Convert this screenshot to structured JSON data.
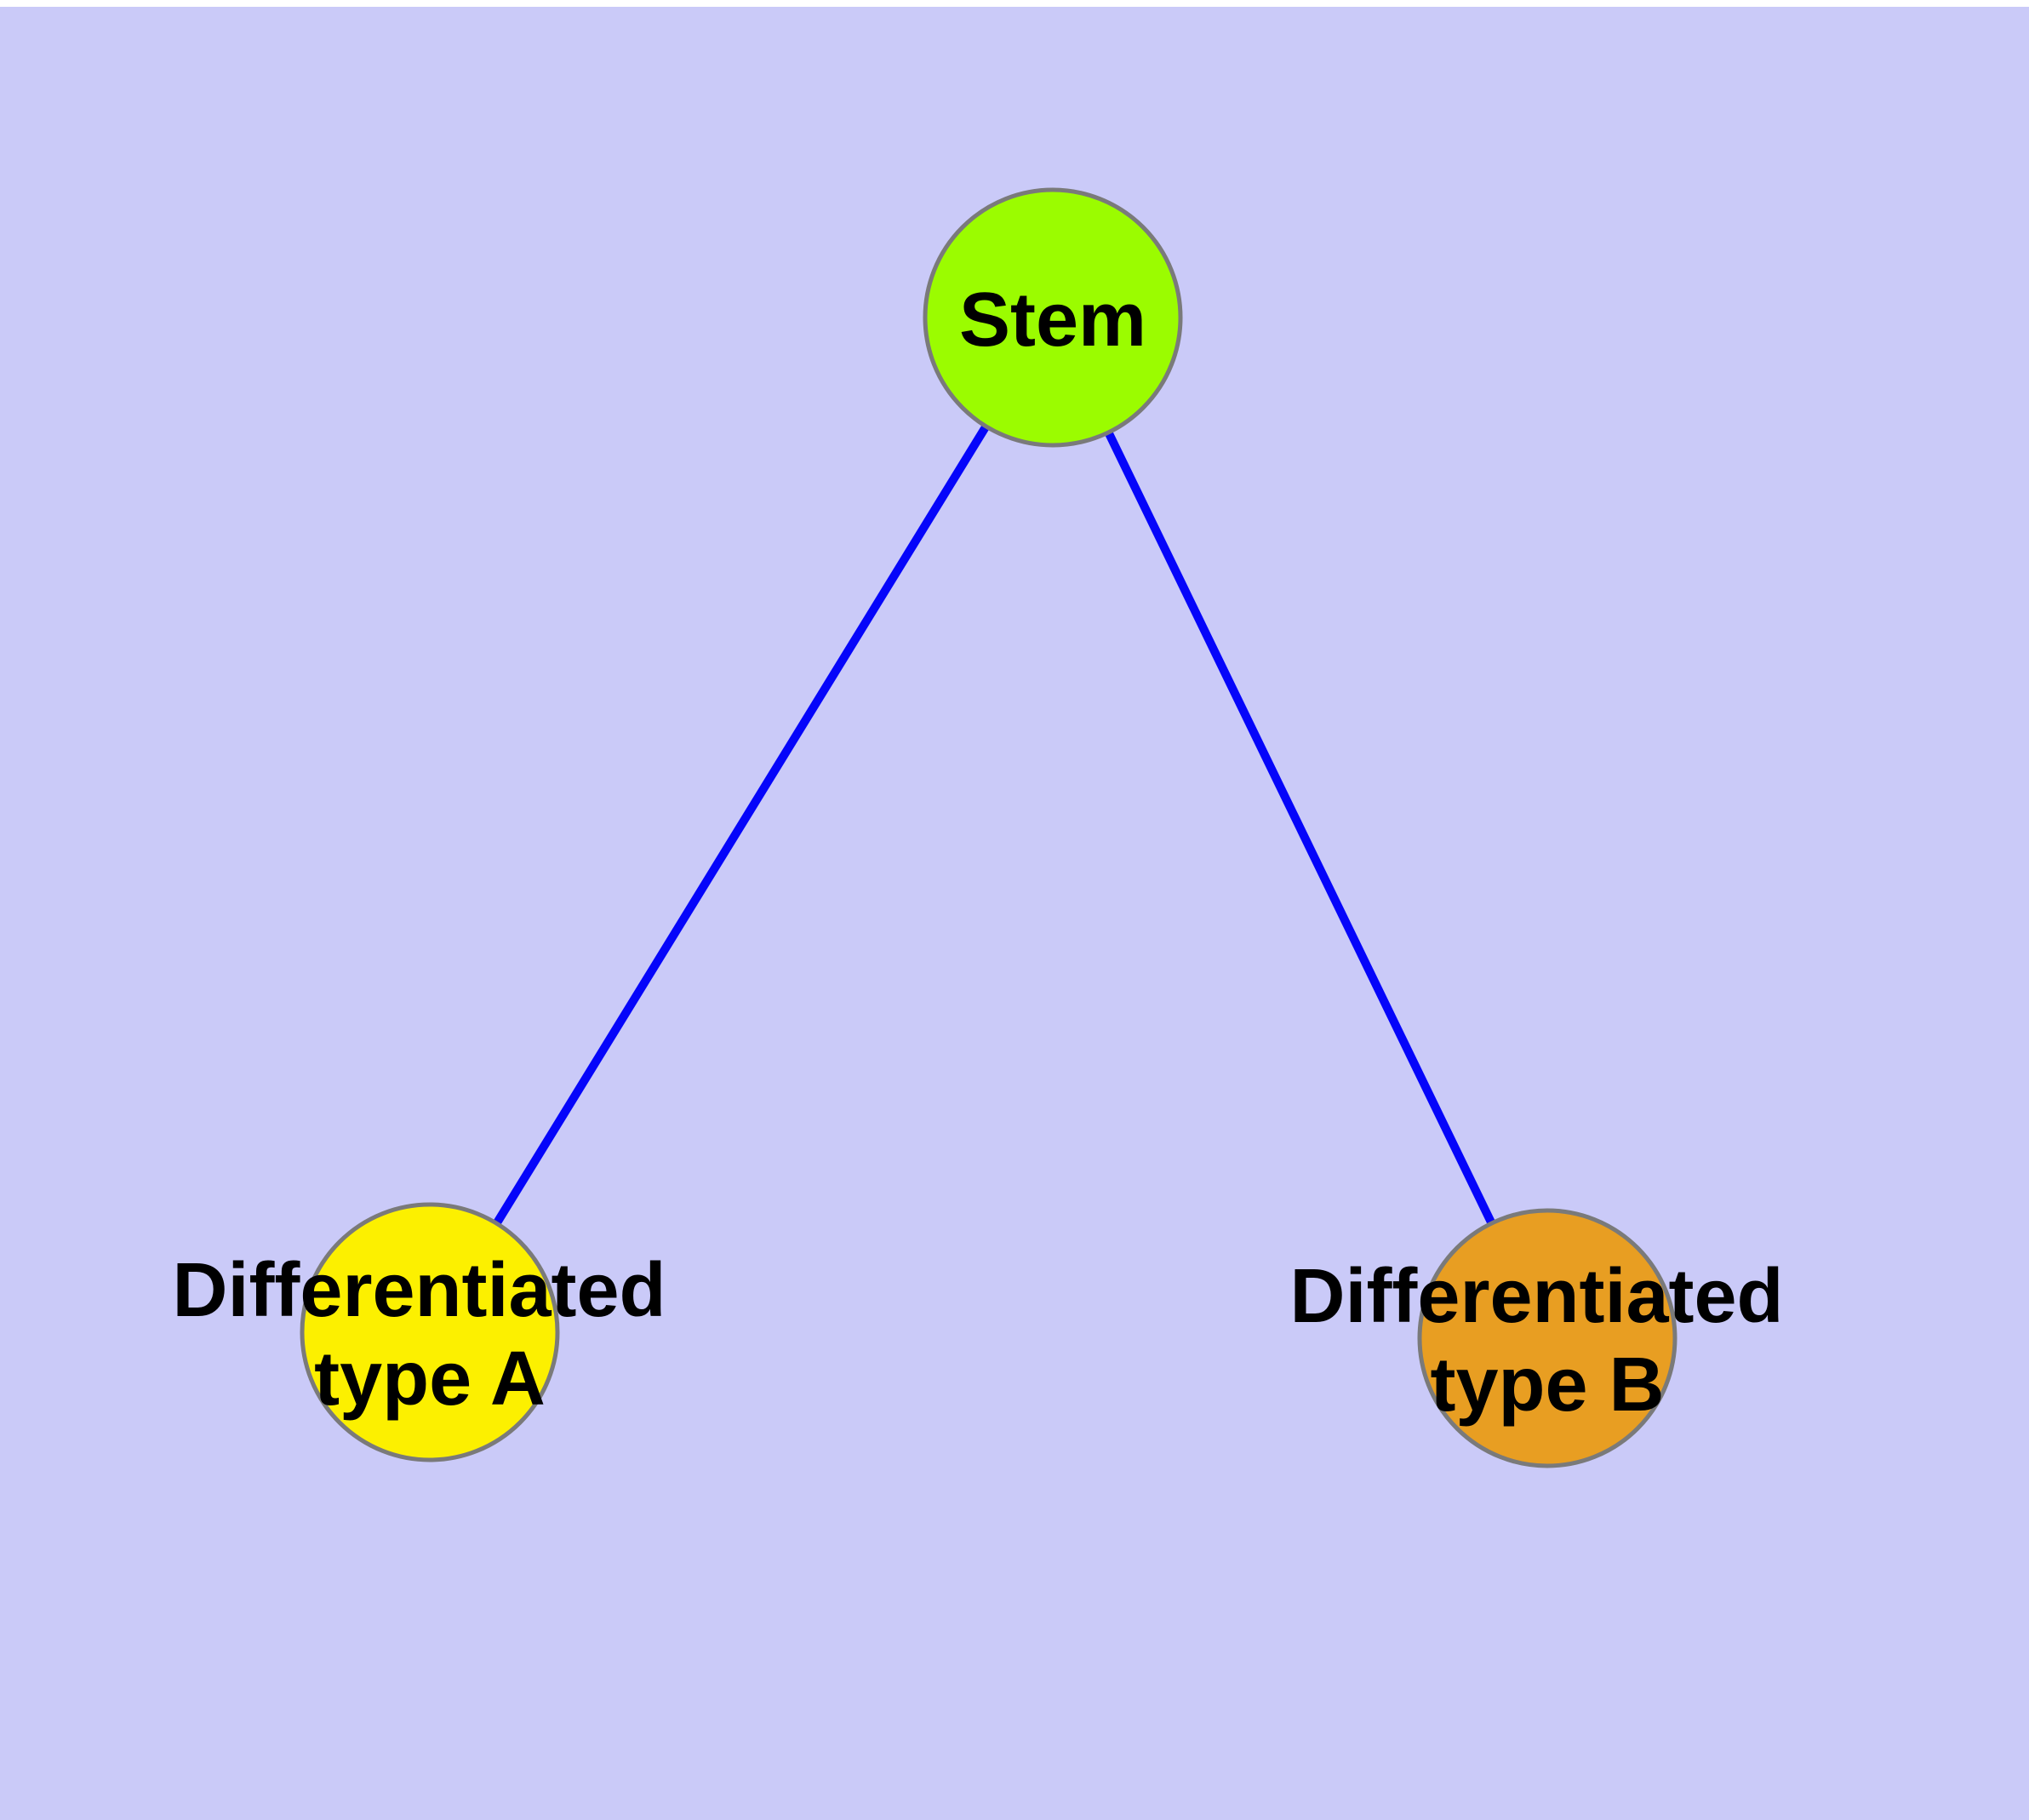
{
  "diagram": {
    "type": "node-link-graph",
    "description": "Cell differentiation hierarchy: a Stem node connected to two differentiated cell-type nodes",
    "nodes": [
      {
        "id": "stem",
        "lines": [
          "Stem",
          ""
        ],
        "color": "#9BFC00"
      },
      {
        "id": "differentiated-type-a",
        "lines": [
          "Differentiated",
          "type A"
        ],
        "color": "#FCF000"
      },
      {
        "id": "differentiated-type-b",
        "lines": [
          "Differentiated",
          "type B"
        ],
        "color": "#E89E22"
      }
    ],
    "edges": [
      {
        "from": "Stem",
        "to": "Differentiated type A"
      },
      {
        "from": "Stem",
        "to": "Differentiated type B"
      }
    ],
    "colors": {
      "background": "#CACAF8",
      "page_margin": "#FFFFFF",
      "edge_line": "#0505FA",
      "node_border": "#7A7A7A",
      "label_text": "#000000"
    }
  }
}
